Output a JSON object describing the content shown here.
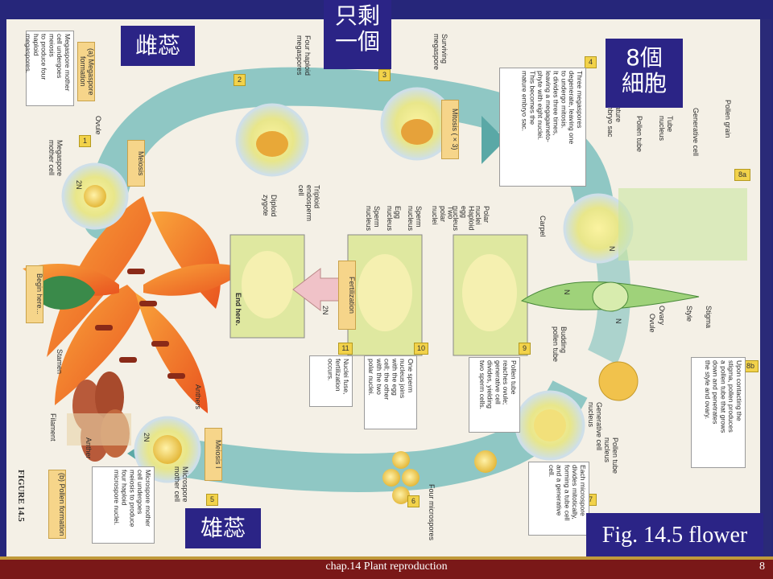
{
  "labels": {
    "female": "雌蕊",
    "only_one": "只剩\n一個",
    "eight_cells": "8個\n細胞",
    "male": "雄蕊",
    "fig_title": "Fig. 14.5 flower"
  },
  "footer": {
    "title": "chap.14 Plant reproduction",
    "page": "8"
  },
  "figure": {
    "figure_label": "FIGURE 14.5",
    "megaspore_formation": "(a) Megaspore formation",
    "megaspore_mother_desc": "Megaspore mother\ncell undergoes meiosis\nto produce four haploid\nmegaspores.",
    "pollen_formation": "(b) Pollen formation",
    "microspore_mother_desc": "Microspore mother\ncell undergoes\nmeiosis to produce\nfour haploid\nmicrospore nuclei.",
    "step3_desc": "Three megaspores\ndegenerate, leaving one\nto undergo mitosis.\nIt divides three times,\nleaving a megagameto-\nphyte with eight nuclei.\nThis becomes the\nmature embryo sac.",
    "step7_desc": "Each microspore\ndivides mitotically,\nforming a tube cell\nand a generative\ncell.",
    "step8b_desc": "Upon contacting the\nstigma, pollen produces\na pollen tube that grows\ndown and penetrates\nthe style and ovary.",
    "step9_desc": "Pollen tube\nreaches ovule;\ngenerative cell\ndivides, yielding\ntwo sperm cells.",
    "step10_desc": "One sperm\nnucleus joins\nwith the egg\ncell; the other\nwith the two\npolar nuclei.",
    "step11_desc": "Nuclei fuse,\nfertilization\noccurs.",
    "four_haploid": "Four haploid\nmegaspores",
    "surviving": "Surviving\nmegaspore",
    "four_microspores": "Four microspores",
    "ovule": "Ovule",
    "megaspore_mother": "Megaspore\nmother cell",
    "microspore_mother": "Microspore\nmother cell",
    "meiosis": "Meiosis",
    "meiosis_x3": "Mitosis (×3)",
    "meiosis_i": "Meiosis I",
    "fertilization": "Fertilization",
    "begin_here": "Begin here...",
    "end_here": "End here.",
    "stamen": "Stamen",
    "anthers": "Anthers",
    "filament": "Filament",
    "anther": "Anther",
    "carpel": "Carpel",
    "stigma": "Stigma",
    "style": "Style",
    "ovary": "Ovary",
    "ovule2": "Ovule",
    "budding_tube": "Budding\npollen tube",
    "generative_cell": "Generative cell",
    "generative_cell2": "Generative cell\nnucleus",
    "tube_nucleus": "Tube\nnucleus",
    "pollen_tube": "Pollen tube",
    "pollen_tube2": "Pollen tube\nnucleus",
    "pollen_grain": "Pollen grain",
    "mature_embryo_sac": "Mature\nembryo sac",
    "two_polar": "Two\npolar\nnuclei",
    "polar_nuclei": "Polar\nnuclei",
    "haploid_egg": "Haploid\negg\nnucleus",
    "sperm_nucleus": "Sperm\nnucleus",
    "egg_nucleus": "Egg\nnucleus",
    "sperm_nucleus2": "Sperm\nnucleus",
    "triploid": "Triploid\nendosperm\ncell",
    "diploid": "Diploid\nzygote",
    "two_n": "2N",
    "two_n_b": "2N",
    "two_n_c": "2N",
    "n1": "N",
    "n2": "N",
    "n3": "N",
    "steps": [
      "1",
      "2",
      "3",
      "4",
      "5",
      "6",
      "7",
      "8a",
      "8b",
      "9",
      "10",
      "11"
    ]
  },
  "colors": {
    "slide_bg": "#26267a",
    "label_box": "#2b2486",
    "footer_bar": "#7a1818",
    "arrow": "#5aa8a6"
  }
}
